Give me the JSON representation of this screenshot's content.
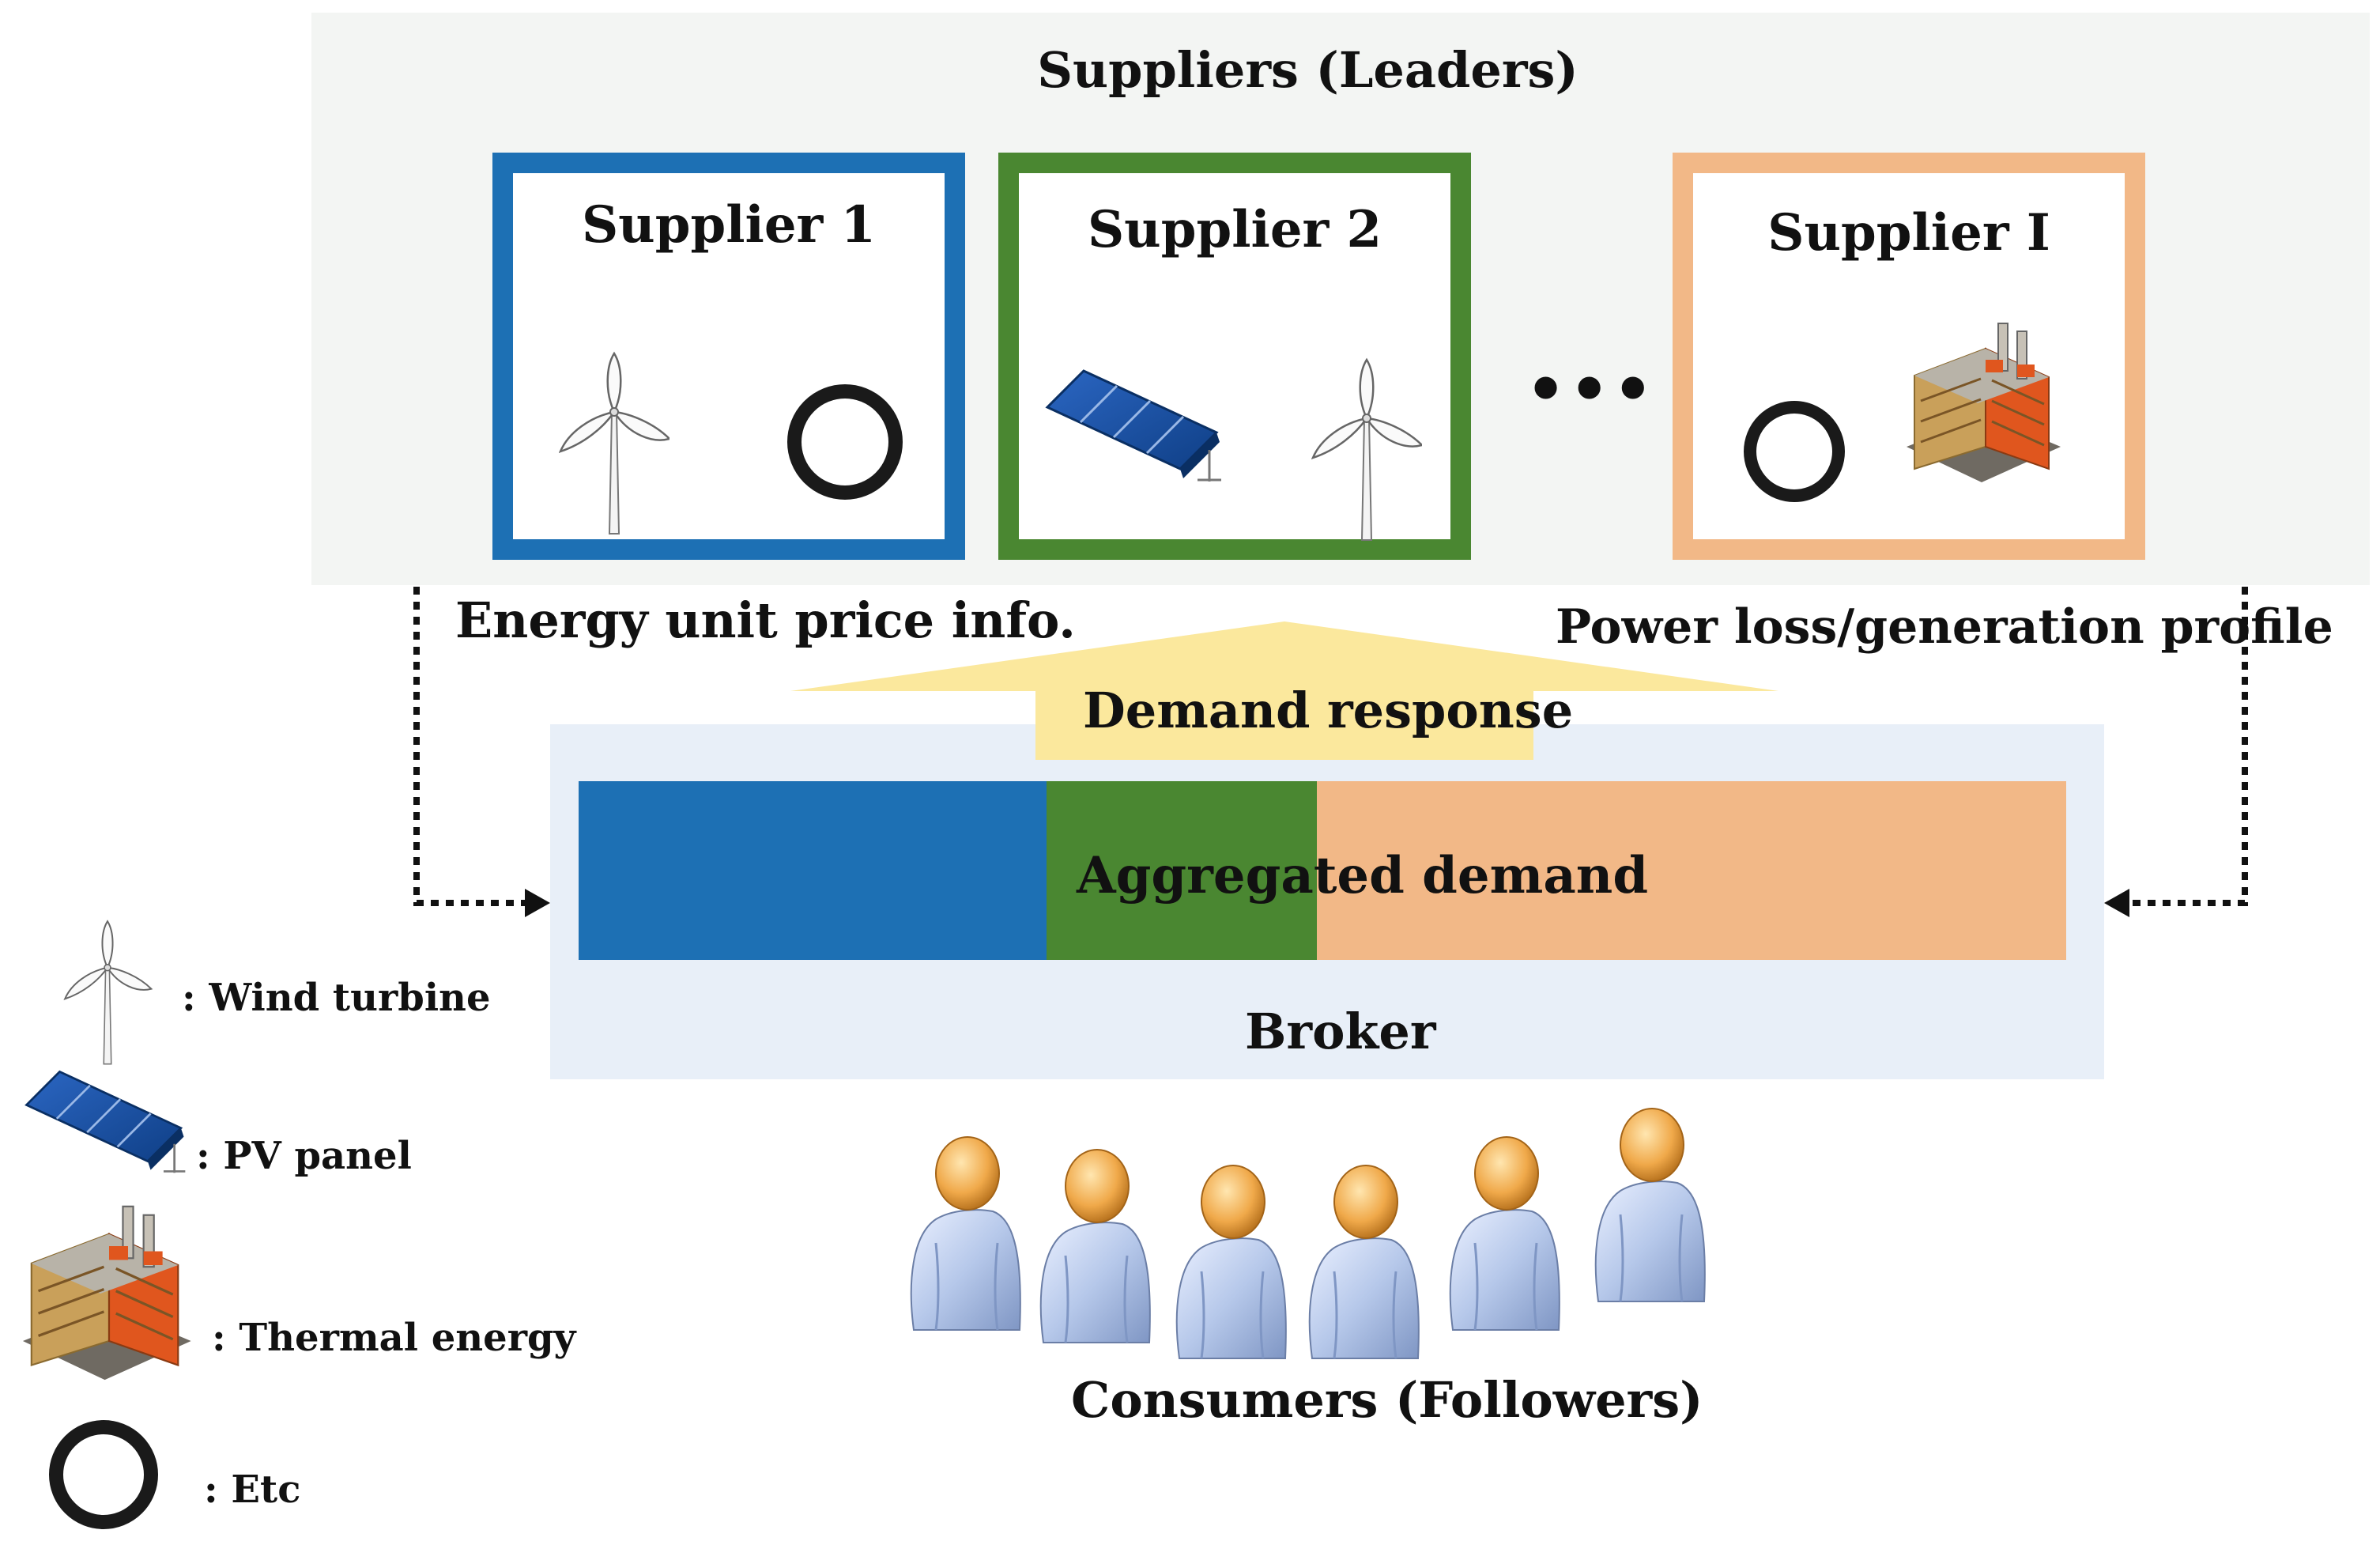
{
  "title": "Suppliers (Leaders)",
  "suppliers": [
    {
      "name": "Supplier 1",
      "color": "#1d70b4",
      "icons": [
        "wind-turbine",
        "etc-circle"
      ]
    },
    {
      "name": "Supplier 2",
      "color": "#4a8731",
      "icons": [
        "pv-panel",
        "wind-turbine"
      ]
    },
    {
      "name": "Supplier I",
      "color": "#f2b887",
      "icons": [
        "etc-circle",
        "thermal-energy"
      ]
    }
  ],
  "ellipsis": "•••",
  "labels": {
    "price_info": "Energy unit price info.",
    "loss_profile": "Power loss/generation profile",
    "demand_response": "Demand response",
    "aggregated_demand": "Aggregated demand",
    "broker": "Broker",
    "consumers": "Consumers (Followers)"
  },
  "legend": [
    {
      "icon": "wind-turbine",
      "label": ": Wind turbine"
    },
    {
      "icon": "pv-panel",
      "label": ": PV panel"
    },
    {
      "icon": "thermal-energy",
      "label": ": Thermal energy"
    },
    {
      "icon": "etc-circle",
      "label": ": Etc"
    }
  ],
  "colors": {
    "supplier1": "#1d70b4",
    "supplier2": "#4a8731",
    "supplierI": "#f2b887",
    "demand_response_arrow": "#fbe89d",
    "broker_panel": "#e8eff8",
    "suppliers_panel": "#f3f5f3"
  }
}
